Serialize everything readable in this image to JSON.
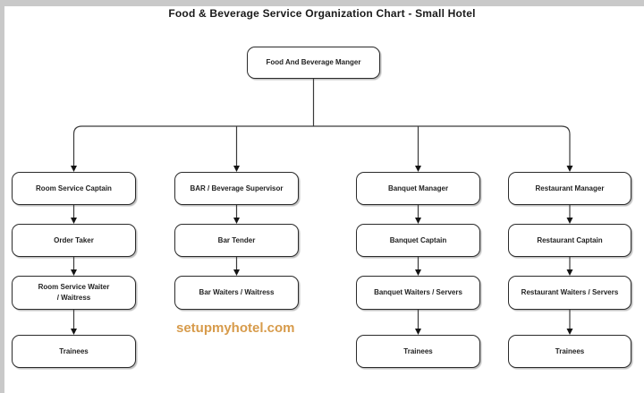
{
  "page": {
    "title": "Food & Beverage Service Organization Chart - Small Hotel",
    "watermark": "setupmyhotel.com"
  },
  "org": {
    "root": "Food And Beverage Manger",
    "columns": [
      {
        "name": "room-service",
        "nodes": [
          "Room Service Captain",
          "Order Taker",
          "Room Service Waiter\n/ Waitress",
          "Trainees"
        ]
      },
      {
        "name": "bar",
        "nodes": [
          "BAR / Beverage Supervisor",
          "Bar Tender",
          "Bar Waiters / Waitress"
        ]
      },
      {
        "name": "banquet",
        "nodes": [
          "Banquet Manager",
          "Banquet Captain",
          "Banquet Waiters / Servers",
          "Trainees"
        ]
      },
      {
        "name": "restaurant",
        "nodes": [
          "Restaurant Manager",
          "Restaurant Captain",
          "Restaurant Waiters / Servers",
          "Trainees"
        ]
      }
    ]
  },
  "colors": {
    "canvas_background": "#ffffff",
    "frame": "#c9c9c9",
    "box_border": "#2b2b2b",
    "connector_line": "#3a3a3a",
    "text": "#1f1f1f",
    "watermark": "#d79b4b"
  }
}
